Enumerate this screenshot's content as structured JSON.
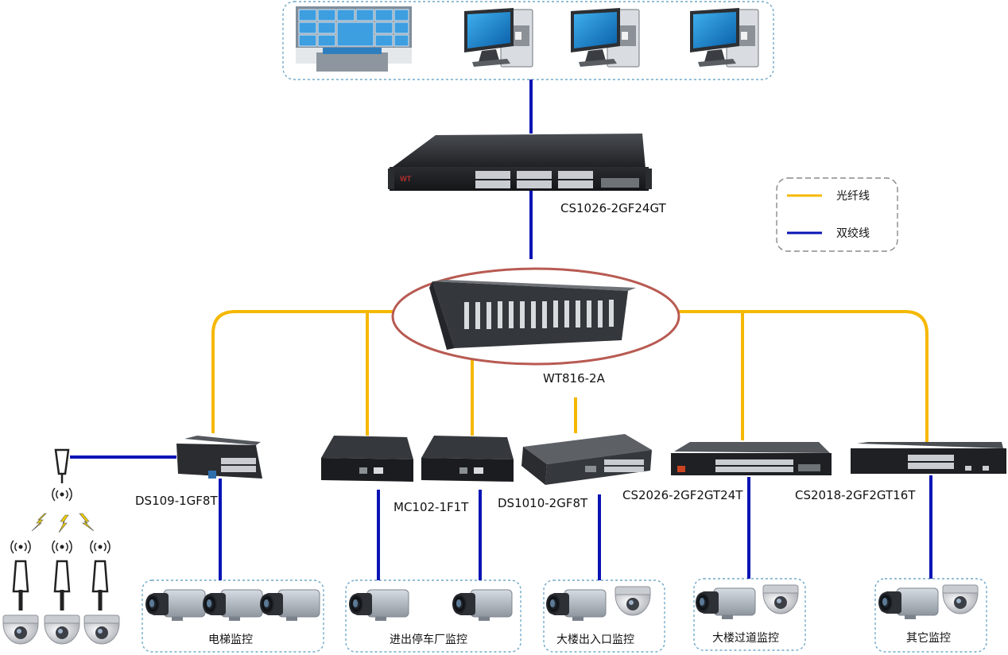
{
  "devices": {
    "core_switch": "CS1026-2GF24GT",
    "chassis": "WT816-2A",
    "sw_ds109": "DS109-1GF8T",
    "sw_mc102": "MC102-1F1T",
    "sw_ds1010": "DS1010-2GF8T",
    "sw_cs2026": "CS2026-2GF2GT24T",
    "sw_cs2018": "CS2018-2GF2GT16T"
  },
  "legend": {
    "fiber": "光纤线",
    "twisted_pair": "双绞线"
  },
  "groups": {
    "elevator": "电梯监控",
    "parking": "进出停车厂监控",
    "entrance": "大楼出入口监控",
    "corridor": "大楼过道监控",
    "other": "其它监控"
  },
  "colors": {
    "fiber": "#F5B800",
    "twisted_pair": "#0A14B4",
    "frame_border": "#6FA8C8",
    "legend_border": "#8A8A8A",
    "highlight_ring": "#B85A52"
  },
  "icons": {
    "video_wall": "video-wall-icon",
    "workstation": "computer-icon",
    "switch": "network-switch-icon",
    "box_camera": "box-camera-icon",
    "dome_camera": "dome-camera-icon",
    "wireless_bridge": "wireless-bridge-icon"
  }
}
